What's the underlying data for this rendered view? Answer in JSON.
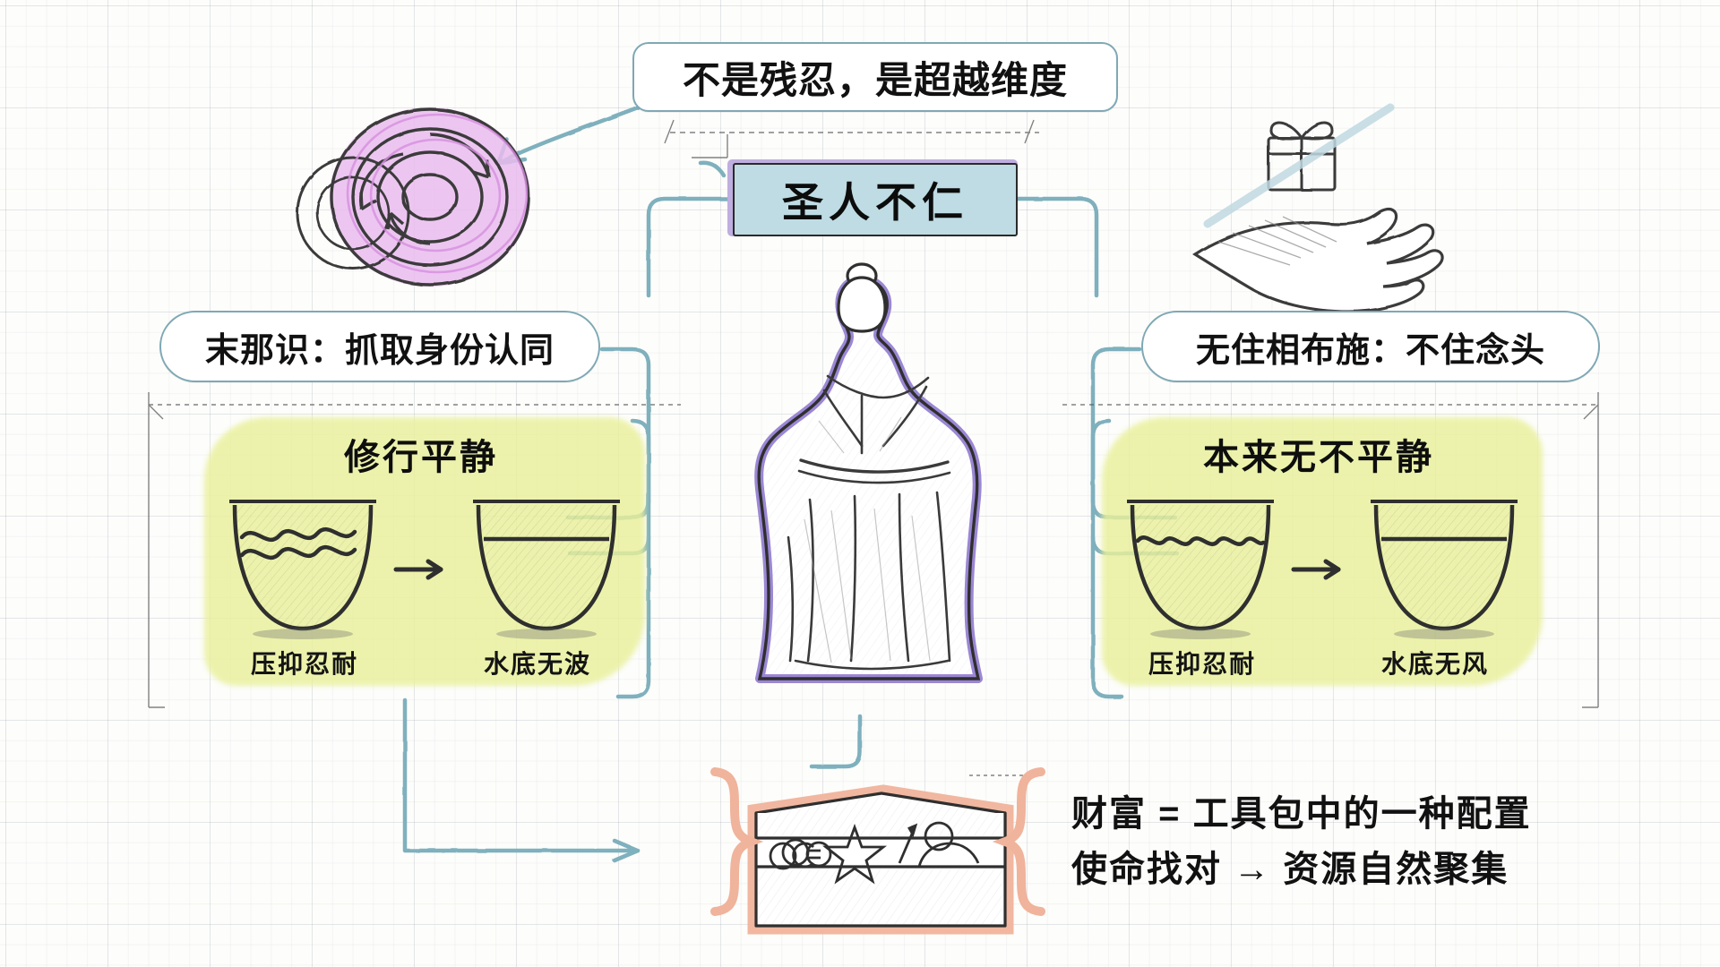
{
  "title": {
    "main": "圣人不仁",
    "box_fill": "#bfdbe3",
    "box_shadow": "#bfaee0"
  },
  "callouts": {
    "top": "不是残忍，是超越维度",
    "left": "末那识：抓取身份认同",
    "right": "无住相布施：不住念头",
    "border_color": "#7fa8b4"
  },
  "panels": {
    "left": {
      "heading": "修行平静",
      "bowl_before_caption": "压抑忍耐",
      "bowl_after_caption": "水底无波",
      "wash_color": "#e9f09a",
      "arrow": "→"
    },
    "right": {
      "heading": "本来无不平静",
      "bowl_before_caption": "压抑忍耐",
      "bowl_after_caption": "水底无风",
      "wash_color": "#e9f09a",
      "arrow": "→"
    }
  },
  "bottom": {
    "line1": "财富 = 工具包中的一种配置",
    "line2": "使命找对 → 资源自然聚集",
    "brace_color": "#f0b39b"
  },
  "icons": {
    "spiral": "spiral-rings-icon",
    "gift_hand": "hand-holding-gift-icon",
    "sage": "sage-figure-icon",
    "toolbox": "toolbox-icon",
    "bowl": "water-bowl-icon"
  },
  "colors": {
    "paper": "#fdfdfb",
    "grid": "#78829622",
    "spiral_purple": "#e3b6e8",
    "sage_outline": "#9b87d4",
    "ink": "#2a2a2a",
    "connector": "#7fb0bd"
  }
}
